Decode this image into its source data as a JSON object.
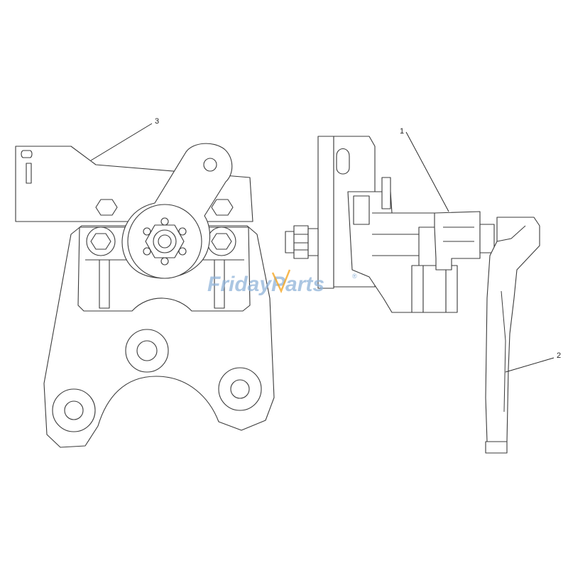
{
  "diagram": {
    "callouts": [
      {
        "id": "callout-3",
        "label": "3"
      },
      {
        "id": "callout-1",
        "label": "1"
      },
      {
        "id": "callout-2",
        "label": "2"
      }
    ],
    "watermark": {
      "part1": "Friday",
      "part2": "Parts",
      "mark": "®"
    }
  },
  "colors": {
    "line": "#3a3a3a",
    "watermark": "#8fb3d9",
    "watermark_accent": "#f5a623"
  }
}
